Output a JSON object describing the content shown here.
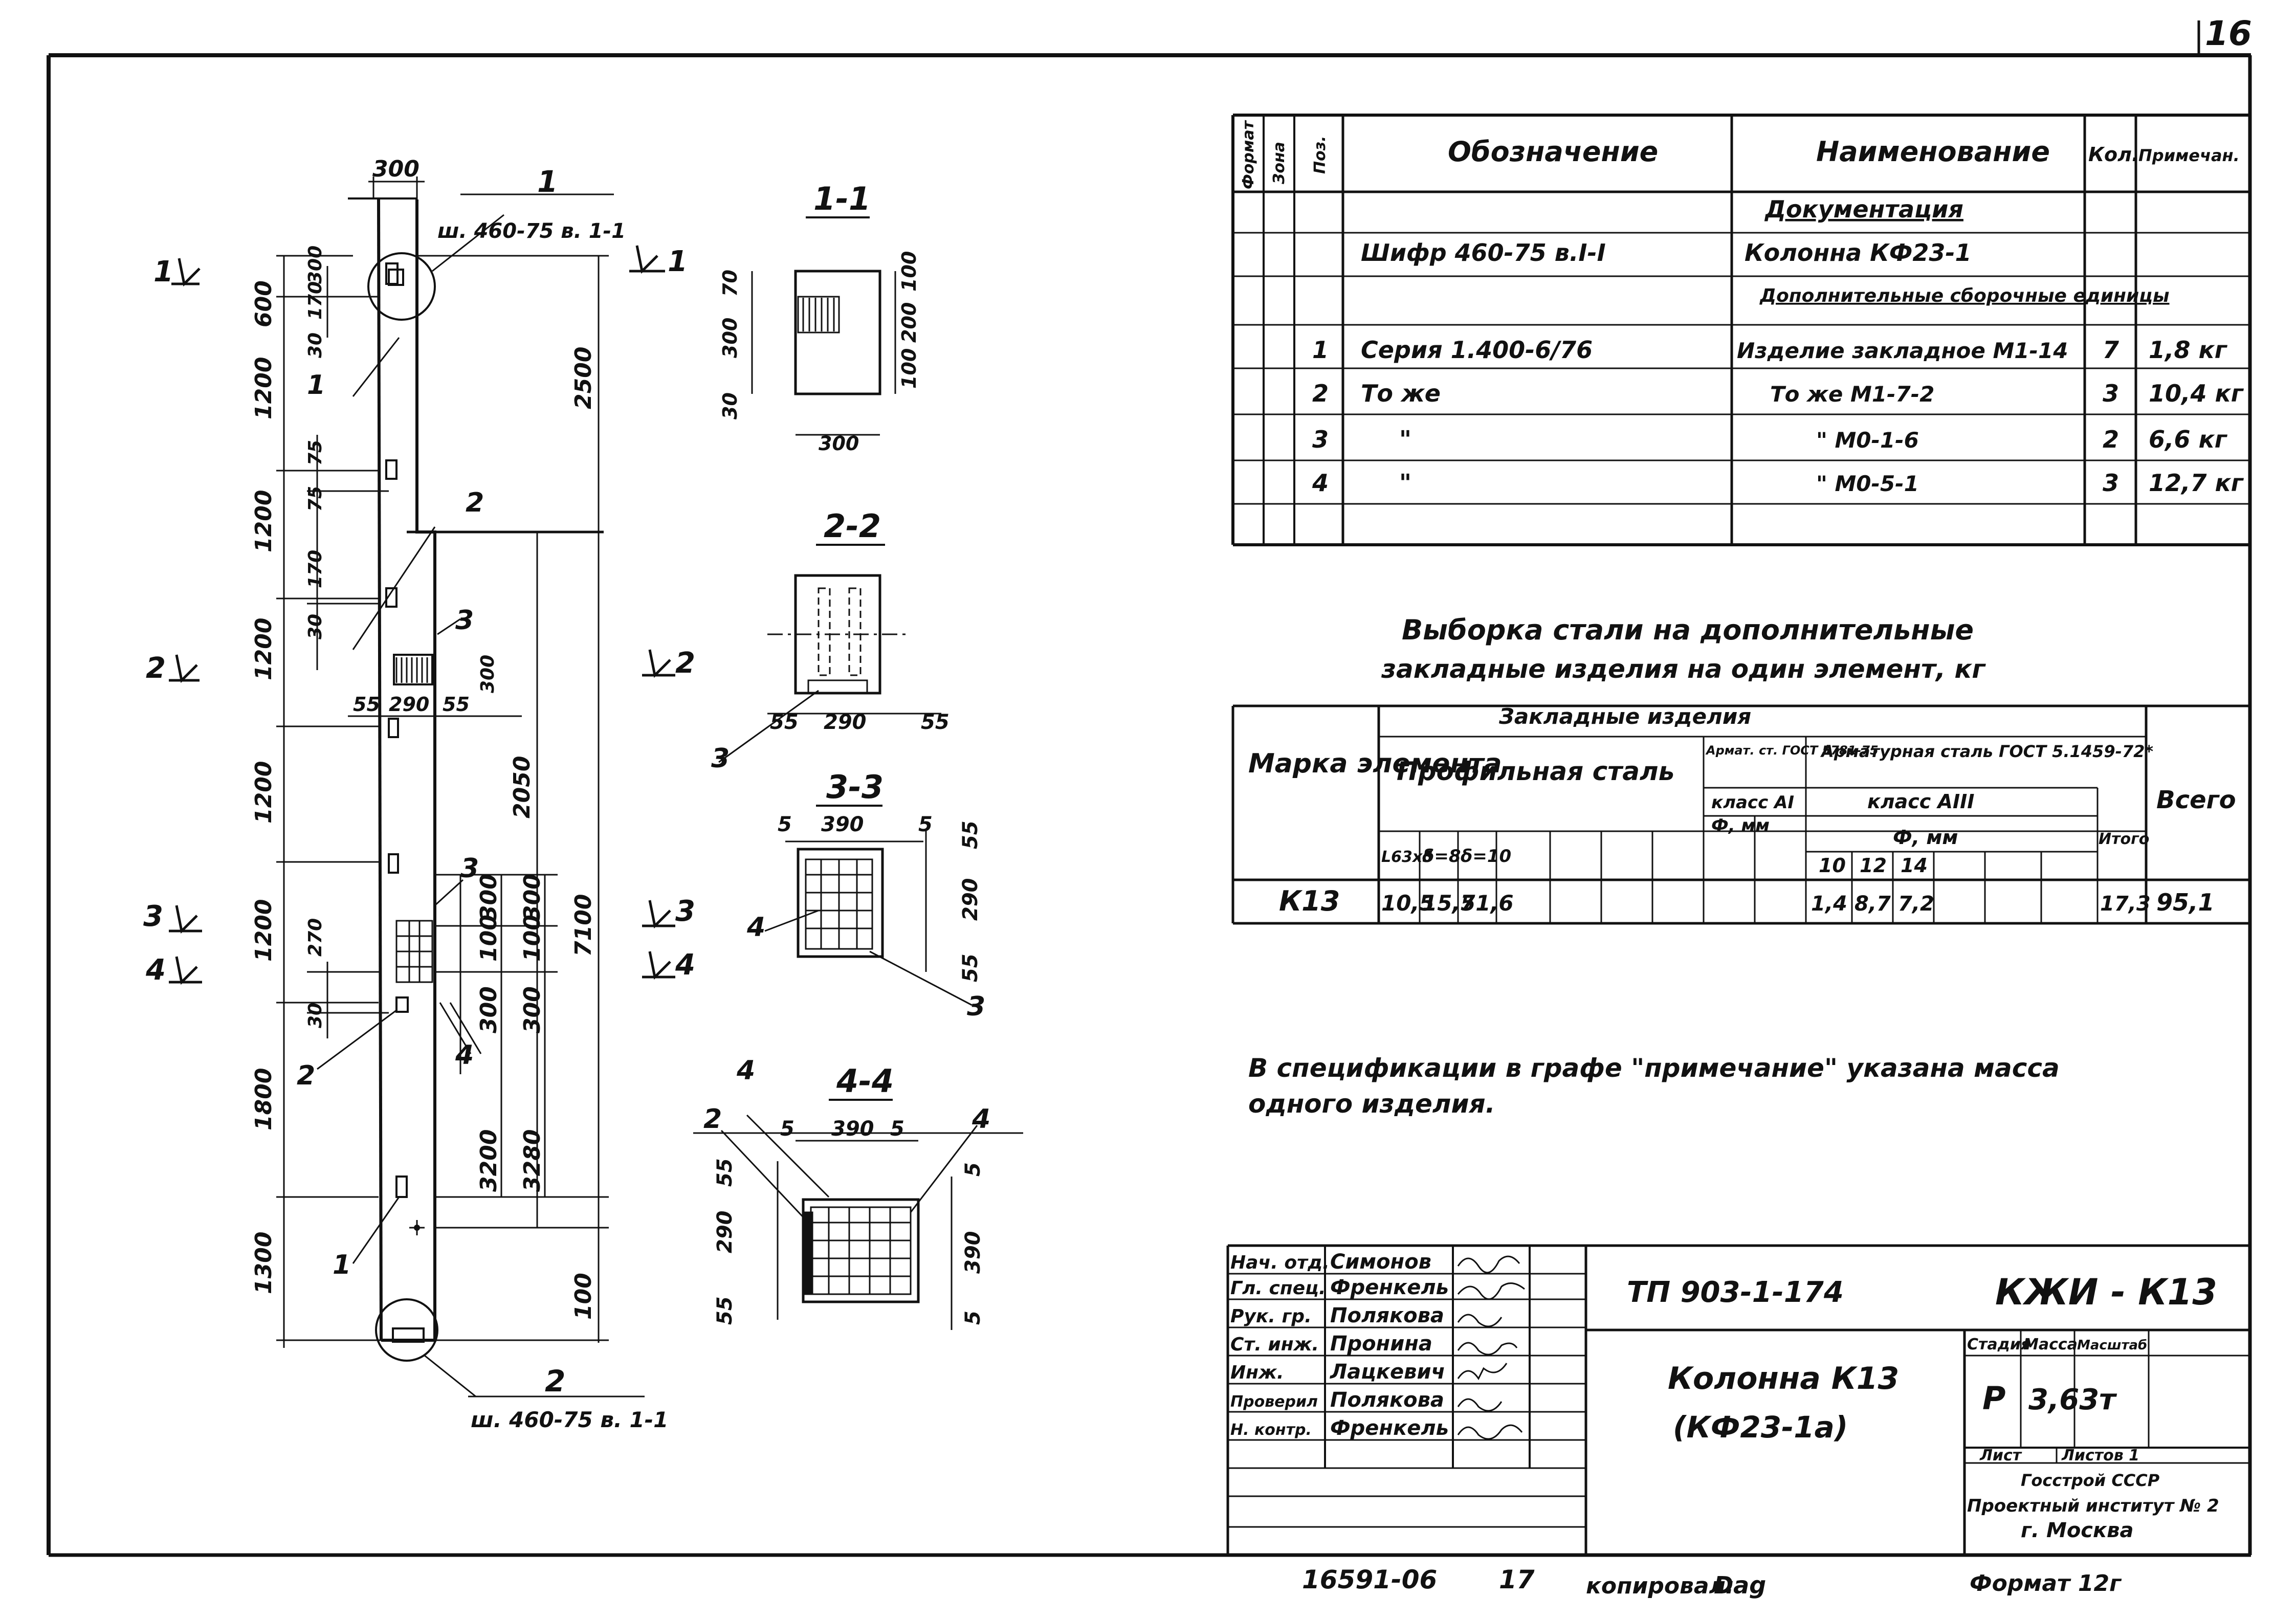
{
  "sheet": {
    "corner_number": "16",
    "bottom_left": "16591-06",
    "bottom_page": "17",
    "copied_label": "копировал:",
    "copied_sign": "Dag",
    "format": "Формат 12г"
  },
  "elevation": {
    "width_300": "300",
    "callout_1_num": "1",
    "callout_1_ref": "ш. 460-75 в. 1-1",
    "callout_2_num": "2",
    "callout_2_ref": "ш. 460-75 в. 1-1",
    "section_marks": [
      "1",
      "1",
      "2",
      "2",
      "3",
      "3",
      "4",
      "4"
    ],
    "left_dims": [
      "600",
      "1200",
      "1200",
      "1200",
      "1200",
      "1200",
      "1800",
      "1300"
    ],
    "left_small_dims": [
      "170",
      "300",
      "30",
      "75",
      "75",
      "170",
      "30",
      "270",
      "30"
    ],
    "top_dims": [
      "55",
      "290",
      "55"
    ],
    "dim_300_small": "300",
    "right_dims": [
      "2500",
      "2050",
      "7100",
      "100",
      "300",
      "100",
      "300",
      "300",
      "300",
      "3200",
      "3280",
      "100"
    ],
    "positions": [
      "1",
      "2",
      "2",
      "3",
      "3",
      "4",
      "1"
    ]
  },
  "sections": {
    "s11": {
      "title": "1-1",
      "left_dims": [
        "70",
        "300",
        "30"
      ],
      "right_dims": [
        "100",
        "200",
        "100"
      ],
      "bottom_dim": "300"
    },
    "s22": {
      "title": "2-2",
      "bottom_dims": [
        "55",
        "290",
        "55"
      ],
      "pos": "3"
    },
    "s33": {
      "title": "3-3",
      "top_dims": [
        "5",
        "390",
        "5"
      ],
      "right_dims": [
        "55",
        "290",
        "55"
      ],
      "pos_left": "4",
      "pos_right": "3"
    },
    "s44": {
      "title": "4-4",
      "top_dims": [
        "5",
        "390",
        "5"
      ],
      "left_dims": [
        "55",
        "290",
        "55"
      ],
      "right_dims": [
        "5",
        "390",
        "5"
      ],
      "pos_a": "4",
      "pos_b": "2",
      "pos_c": "4"
    }
  },
  "spec": {
    "headers": [
      "Формат",
      "Зона",
      "Поз.",
      "Обозначение",
      "Наименование",
      "Кол.",
      "Примечан."
    ],
    "rows": [
      {
        "poz": "",
        "designation": "",
        "name": "Документация",
        "qty": "",
        "note": ""
      },
      {
        "poz": "",
        "designation": "Шифр 460-75 в.I-I",
        "name": "Колонна КФ23-1",
        "qty": "",
        "note": ""
      },
      {
        "poz": "",
        "designation": "",
        "name": "Дополнительные сборочные единицы",
        "qty": "",
        "note": ""
      },
      {
        "poz": "1",
        "designation": "Серия 1.400-6/76",
        "name": "Изделие закладное М1-14",
        "qty": "7",
        "note": "1,8 кг"
      },
      {
        "poz": "2",
        "designation": "То же",
        "name": "То же М1-7-2",
        "qty": "3",
        "note": "10,4 кг"
      },
      {
        "poz": "3",
        "designation": "\"",
        "name": "\" М0-1-6",
        "qty": "2",
        "note": "6,6 кг"
      },
      {
        "poz": "4",
        "designation": "\"",
        "name": "\" М0-5-1",
        "qty": "3",
        "note": "12,7 кг"
      },
      {
        "poz": "",
        "designation": "",
        "name": "",
        "qty": "",
        "note": ""
      }
    ]
  },
  "steel": {
    "title_line1": "Выборка стали на дополнительные",
    "title_line2": "закладные изделия на один элемент, кг",
    "h_mark": "Марка элемента",
    "h_embedded": "Закладные изделия",
    "h_profile": "Профильная сталь",
    "h_armat": "Армат. ст. ГОСТ 5781-75",
    "h_armat_class": "класс АI",
    "h_armat_phi": "Ф, мм",
    "h_rebar": "Арматурная сталь ГОСТ 5.1459-72*",
    "h_rebar_class": "класс АIII",
    "h_rebar_phi": "Ф, мм",
    "h_total": "Итого",
    "h_all": "Всего",
    "sub_profile": [
      "L63x5",
      "δ=8",
      "δ=10"
    ],
    "sub_rebar": [
      "10",
      "12",
      "14"
    ],
    "row": {
      "mark": "К13",
      "l63": "10,5",
      "d8": "15,7",
      "d10": "51,6",
      "r10": "1,4",
      "r12": "8,7",
      "r14": "7,2",
      "itogo": "17,3",
      "vsego": "95,1"
    }
  },
  "note": {
    "line1": "В спецификации в графе \"примечание\" указана масса",
    "line2": "одного изделия."
  },
  "titleblock": {
    "roles": [
      "Нач. отд.",
      "Гл. спец.",
      "Рук. гр.",
      "Ст. инж.",
      "Инж.",
      "Проверил",
      "Н. контр."
    ],
    "names": [
      "Симонов",
      "Френкель",
      "Полякова",
      "Пронина",
      "Лацкевич",
      "Полякова",
      "Френкель"
    ],
    "project": "ТП 903-1-174",
    "code": "КЖИ - К13",
    "title_line1": "Колонна К13",
    "title_line2": "(КФ23-1а)",
    "h_stage": "Стадия",
    "h_mass": "Масса",
    "h_scale": "Масштаб",
    "stage": "Р",
    "mass": "3,63т",
    "sheet_label": "Лист",
    "sheets_label": "Листов 1",
    "org1": "Госстрой СССР",
    "org2": "Проектный институт № 2",
    "org3": "г. Москва"
  }
}
